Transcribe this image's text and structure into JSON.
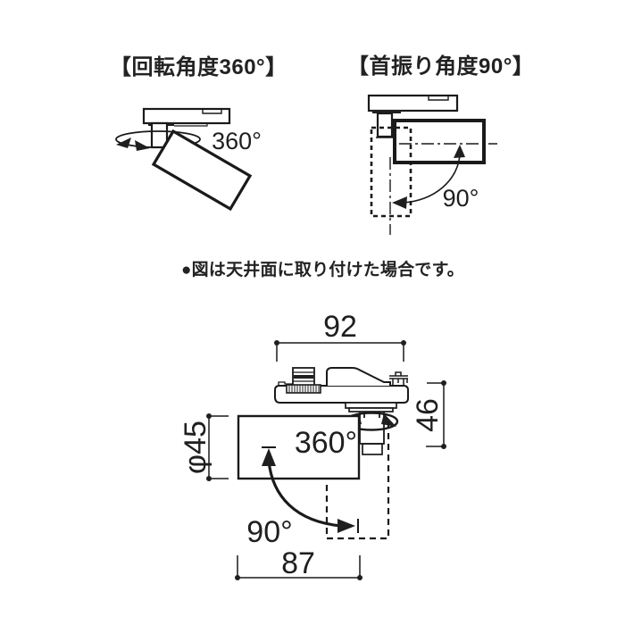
{
  "headings": {
    "rotation": "【回転角度360°】",
    "swivel": "【首振り角度90°】"
  },
  "note": "●図は天井面に取り付けた場合です。",
  "rotation_diagram": {
    "angle": "360°"
  },
  "swivel_diagram": {
    "angle": "90°"
  },
  "dimension_drawing": {
    "adapter_width_mm": "92",
    "mount_height_mm": "46",
    "body_diameter_mm": "φ45",
    "body_length_mm": "87",
    "rotation_angle": "360°",
    "tilt_angle": "90°"
  },
  "colors": {
    "ink": "#1f1f1f",
    "line": "#1a1a1a",
    "background": "#ffffff"
  }
}
